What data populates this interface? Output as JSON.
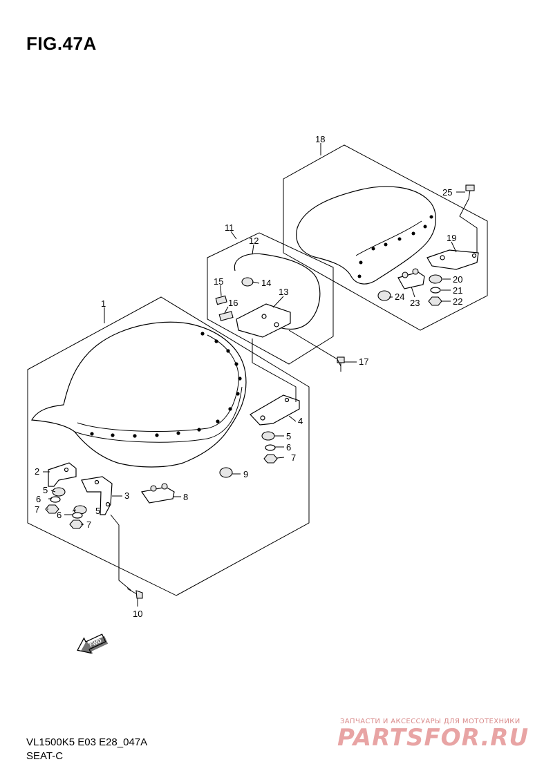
{
  "figure": {
    "title": "FIG.47A",
    "model_code": "VL1500K5 E03 E28_047A",
    "section": "SEAT-C"
  },
  "watermark": {
    "tagline": "ЗАПЧАСТИ И АКСЕССУАРЫ ДЛЯ МОТОТЕХНИКИ",
    "logo": "PARTSFOR.RU"
  },
  "fwd_label": "FWD",
  "callouts": [
    "1",
    "2",
    "3",
    "4",
    "5",
    "5",
    "5",
    "6",
    "6",
    "6",
    "7",
    "7",
    "7",
    "8",
    "9",
    "10",
    "11",
    "12",
    "13",
    "14",
    "15",
    "16",
    "17",
    "18",
    "19",
    "20",
    "21",
    "22",
    "23",
    "24",
    "25"
  ]
}
